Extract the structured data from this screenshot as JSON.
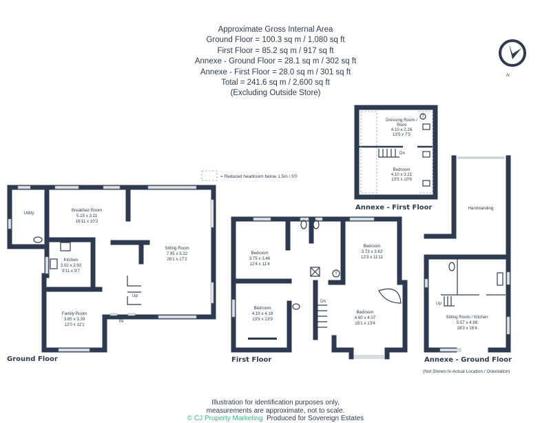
{
  "header": {
    "lines": [
      "Approximate Gross Internal Area",
      "Ground Floor = 100.3 sq m / 1,080 sq ft",
      "First Floor = 85.2 sq m / 917 sq ft",
      "Annexe - Ground Floor = 28.1 sq m / 302 sq ft",
      "Annexe - First Floor = 28.0 sq m / 301 sq ft",
      "Total = 241.6 sq m / 2,600 sq ft",
      "(Excluding Outside Store)"
    ]
  },
  "compass": {
    "icon": "north-compass-icon",
    "label": "N"
  },
  "legend": {
    "text": "= Reduced headroom below 1.5m / 5'0"
  },
  "floors": {
    "ground": {
      "name": "Ground Floor",
      "rooms": [
        {
          "name": "Utility"
        },
        {
          "name": "Breakfast Room",
          "metric": "5.15 x 3.11",
          "imperial": "16'11 x 10'2"
        },
        {
          "name": "Kitchen",
          "metric": "3.02 x 2.92",
          "imperial": "9'11 x 9'7"
        },
        {
          "name": "Family Room",
          "metric": "3.65 x 3.39",
          "imperial": "12'0 x 11'1"
        },
        {
          "name": "Sitting Room",
          "metric": "7.95 x 5.22",
          "imperial": "26'1 x 17'2"
        }
      ],
      "stairs": "Up",
      "entrance": "IN"
    },
    "first": {
      "name": "First Floor",
      "rooms": [
        {
          "name": "Bedroom",
          "metric": "3.75 x 3.46",
          "imperial": "12'4 x 11'4"
        },
        {
          "name": "Bedroom",
          "metric": "3.73 x 3.62",
          "imperial": "12'3 x 11'11"
        },
        {
          "name": "Bedroom",
          "metric": "4.19 x 4.18",
          "imperial": "13'9 x 13'9"
        },
        {
          "name": "Bedroom",
          "metric": "4.60 x 4.07",
          "imperial": "15'1 x 13'4"
        }
      ],
      "stairs": "Dn",
      "tank": "T"
    },
    "annexe_first": {
      "name": "Annexe - First Floor",
      "rooms": [
        {
          "name": "Dressing Room /",
          "name2": "Store",
          "metric": "4.10 x 2.26",
          "imperial": "13'5 x 7'5"
        },
        {
          "name": "Bedroom",
          "metric": "4.10 x 3.21",
          "imperial": "13'5 x 10'6"
        }
      ],
      "stairs": "Dn",
      "tank": "T"
    },
    "annexe_ground": {
      "name": "Annexe - Ground Floor",
      "rooms": [
        {
          "name": "Sitting Room / Kitchen",
          "metric": "5.57 x 4.98",
          "imperial": "18'3 x 16'4"
        }
      ],
      "stairs": "Up",
      "hardstanding": "Hardstanding",
      "note": "(Not Shown In Actual Location / Orientation)"
    }
  },
  "footer": {
    "line1": "Illustration for identification purposes only,",
    "line2": "measurements are approximate, not to scale.",
    "brand": "© CJ Property Marketing",
    "produced": "Produced for Sovereign Estates"
  },
  "colors": {
    "wall": "#2d3a4f",
    "brand": "#3db585"
  }
}
